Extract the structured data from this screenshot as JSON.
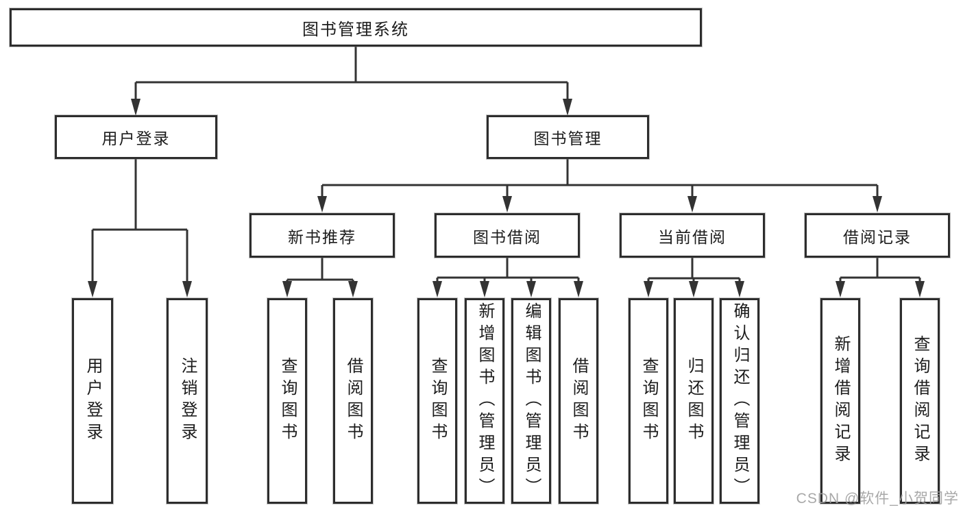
{
  "tree": {
    "label": "图书管理系统",
    "children": [
      {
        "label": "用户登录",
        "children": [
          {
            "label": "用户登录"
          },
          {
            "label": "注销登录"
          }
        ]
      },
      {
        "label": "图书管理",
        "children": [
          {
            "label": "新书推荐",
            "children": [
              {
                "label": "查询图书"
              },
              {
                "label": "借阅图书"
              }
            ]
          },
          {
            "label": "图书借阅",
            "children": [
              {
                "label": "查询图书"
              },
              {
                "label": "新增图书（管理员）"
              },
              {
                "label": "编辑图书（管理员）"
              },
              {
                "label": "借阅图书"
              }
            ]
          },
          {
            "label": "当前借阅",
            "children": [
              {
                "label": "查询图书"
              },
              {
                "label": "归还图书"
              },
              {
                "label": "确认归还（管理员）"
              }
            ]
          },
          {
            "label": "借阅记录",
            "children": [
              {
                "label": "新增借阅记录"
              },
              {
                "label": "查询借阅记录"
              }
            ]
          }
        ]
      }
    ]
  },
  "watermark": {
    "text": "CSDN @软件_小贺同学"
  },
  "colors": {
    "line": "#333333",
    "box_border": "#2d2d2d",
    "text": "#1c1c1c",
    "watermark": "#9f9f9f",
    "background": "#ffffff"
  }
}
